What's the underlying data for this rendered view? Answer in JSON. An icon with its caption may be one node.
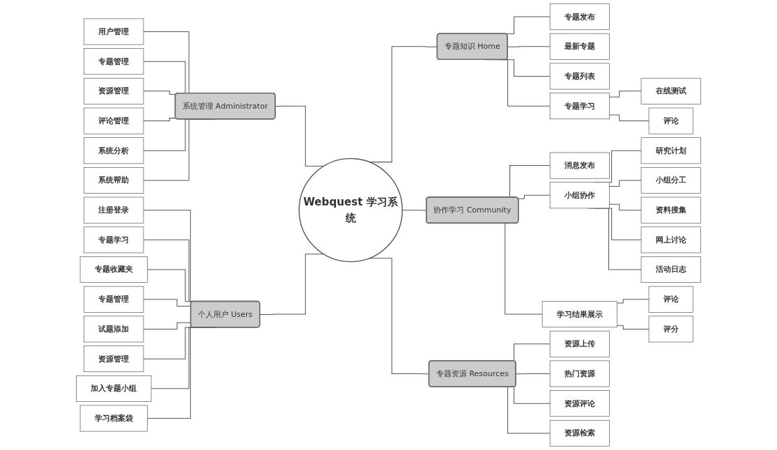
{
  "diagram": {
    "nodes": [
      {
        "text": [
          "Webquest 学习系统"
        ]
      },
      {
        "text": [
          "系统管理 Administrator"
        ]
      },
      {
        "text": [
          "用户管理"
        ]
      },
      {
        "text": [
          "专题管理"
        ]
      },
      {
        "text": [
          "资源管理"
        ]
      },
      {
        "text": [
          "评论管理"
        ]
      },
      {
        "text": [
          "系统分析"
        ]
      },
      {
        "text": [
          "系统帮助"
        ]
      },
      {
        "text": [
          "个人用户 Users"
        ]
      },
      {
        "text": [
          "注册登录"
        ]
      },
      {
        "text": [
          "专题学习"
        ]
      },
      {
        "text": [
          "专题收藏夹"
        ]
      },
      {
        "text": [
          "专题管理"
        ]
      },
      {
        "text": [
          "试题添加"
        ]
      },
      {
        "text": [
          "资源管理"
        ]
      },
      {
        "text": [
          "加入专题小组"
        ]
      },
      {
        "text": [
          "学习档案袋"
        ]
      },
      {
        "text": [
          "专题知识 Home"
        ]
      },
      {
        "text": [
          "专题发布"
        ]
      },
      {
        "text": [
          "最新专题"
        ]
      },
      {
        "text": [
          "专题列表"
        ]
      },
      {
        "text": [
          "专题学习"
        ]
      },
      {
        "text": [
          "在线测试"
        ]
      },
      {
        "text": [
          "评论"
        ]
      },
      {
        "text": [
          "协作学习 Community"
        ]
      },
      {
        "text": [
          "消息发布"
        ]
      },
      {
        "text": [
          "小组协作"
        ]
      },
      {
        "text": [
          "研究计划"
        ]
      },
      {
        "text": [
          "小组分工"
        ]
      },
      {
        "text": [
          "资料搜集"
        ]
      },
      {
        "text": [
          "网上讨论"
        ]
      },
      {
        "text": [
          "活动日志"
        ]
      },
      {
        "text": [
          "学习结果展示"
        ]
      },
      {
        "text": [
          "评论"
        ]
      },
      {
        "text": [
          "评分"
        ]
      },
      {
        "text": [
          "专题资源 Resources"
        ]
      },
      {
        "text": [
          "资源上传"
        ]
      },
      {
        "text": [
          "热门资源"
        ]
      },
      {
        "text": [
          "资源评论"
        ]
      },
      {
        "text": [
          "资源检索"
        ]
      }
    ],
    "edges": [
      {
        "from": 2,
        "to": 1,
        "arrow": "none"
      },
      {
        "from": 3,
        "to": 1,
        "arrow": "none"
      },
      {
        "from": 4,
        "to": 1,
        "arrow": "none"
      },
      {
        "from": 5,
        "to": 1,
        "arrow": "none"
      },
      {
        "from": 6,
        "to": 1,
        "arrow": "none"
      },
      {
        "from": 7,
        "to": 1,
        "arrow": "none"
      },
      {
        "from": 1,
        "to": 0,
        "arrow": "none"
      },
      {
        "from": 9,
        "to": 8,
        "arrow": "none"
      },
      {
        "from": 10,
        "to": 8,
        "arrow": "none"
      },
      {
        "from": 11,
        "to": 8,
        "arrow": "none"
      },
      {
        "from": 12,
        "to": 8,
        "arrow": "none"
      },
      {
        "from": 13,
        "to": 8,
        "arrow": "none"
      },
      {
        "from": 14,
        "to": 8,
        "arrow": "none"
      },
      {
        "from": 15,
        "to": 8,
        "arrow": "none"
      },
      {
        "from": 16,
        "to": 8,
        "arrow": "none"
      },
      {
        "from": 8,
        "to": 0,
        "arrow": "none"
      },
      {
        "from": 0,
        "to": 17,
        "arrow": "none"
      },
      {
        "from": 17,
        "to": 18,
        "arrow": "none"
      },
      {
        "from": 17,
        "to": 19,
        "arrow": "none"
      },
      {
        "from": 17,
        "to": 20,
        "arrow": "none"
      },
      {
        "from": 17,
        "to": 21,
        "arrow": "none"
      },
      {
        "from": 21,
        "to": 22,
        "arrow": "none"
      },
      {
        "from": 21,
        "to": 23,
        "arrow": "none"
      },
      {
        "from": 0,
        "to": 24,
        "arrow": "none"
      },
      {
        "from": 24,
        "to": 25,
        "arrow": "none"
      },
      {
        "from": 24,
        "to": 26,
        "arrow": "none"
      },
      {
        "from": 26,
        "to": 27,
        "arrow": "none"
      },
      {
        "from": 26,
        "to": 28,
        "arrow": "none"
      },
      {
        "from": 26,
        "to": 29,
        "arrow": "none"
      },
      {
        "from": 26,
        "to": 30,
        "arrow": "none"
      },
      {
        "from": 26,
        "to": 31,
        "arrow": "none"
      },
      {
        "from": 24,
        "to": 32,
        "arrow": "none"
      },
      {
        "from": 32,
        "to": 33,
        "arrow": "none"
      },
      {
        "from": 32,
        "to": 34,
        "arrow": "none"
      },
      {
        "from": 0,
        "to": 35,
        "arrow": "none"
      },
      {
        "from": 35,
        "to": 36,
        "arrow": "none"
      },
      {
        "from": 35,
        "to": 37,
        "arrow": "none"
      },
      {
        "from": 35,
        "to": 38,
        "arrow": "none"
      },
      {
        "from": 35,
        "to": 39,
        "arrow": "none"
      }
    ]
  }
}
